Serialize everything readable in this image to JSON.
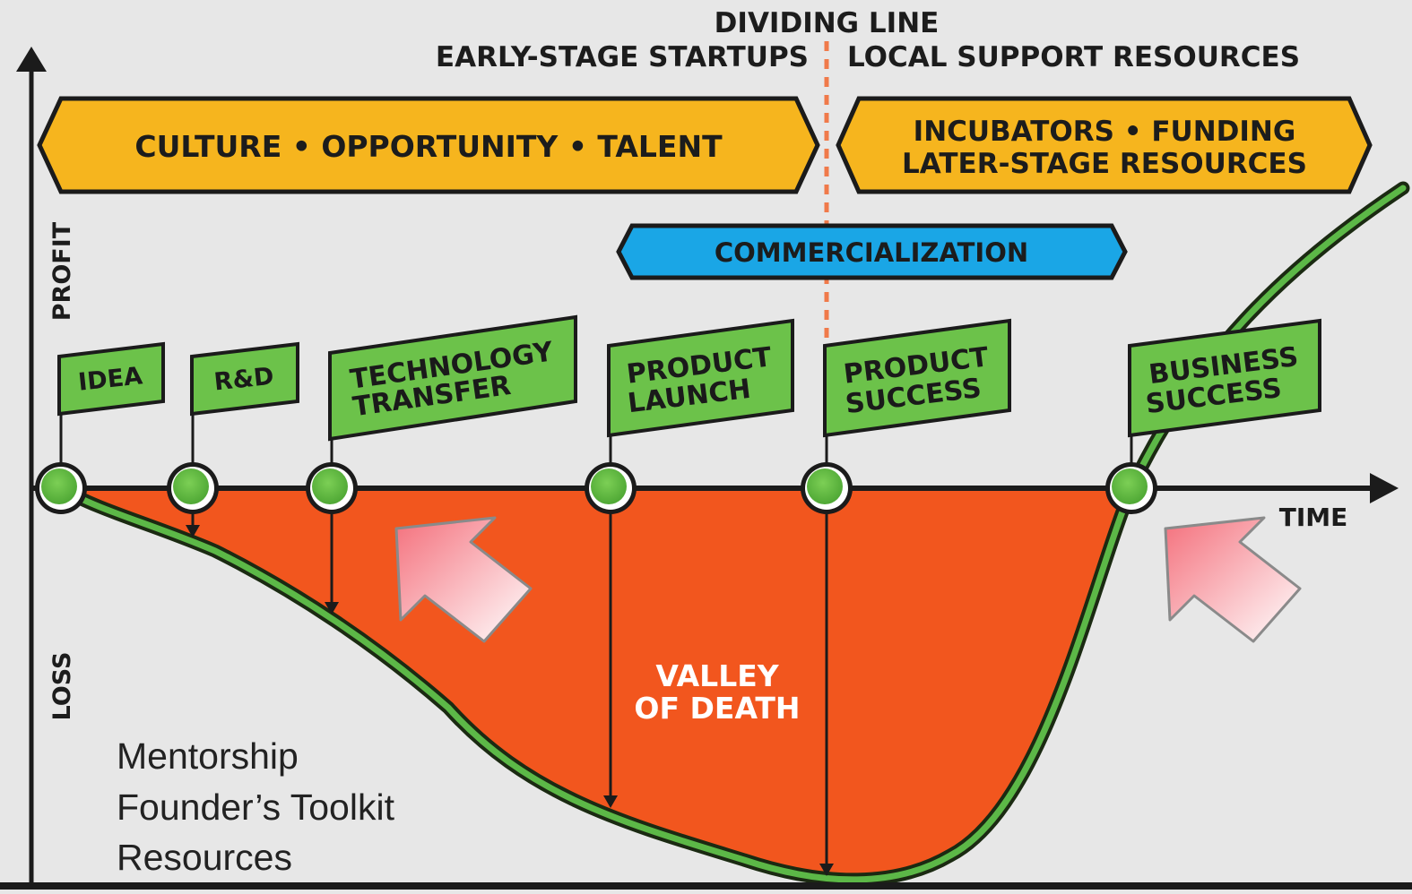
{
  "header": {
    "dividing_line": "DIVIDING LINE",
    "left_label": "EARLY-STAGE STARTUPS",
    "right_label": "LOCAL SUPPORT RESOURCES"
  },
  "banners": {
    "left": "CULTURE • OPPORTUNITY • TALENT",
    "right_line1": "INCUBATORS • FUNDING",
    "right_line2": "LATER-STAGE RESOURCES",
    "middle": "COMMERCIALIZATION"
  },
  "axes": {
    "y_top": "PROFIT",
    "y_bottom": "LOSS",
    "x": "TIME"
  },
  "stages": [
    {
      "id": "idea",
      "line1": "IDEA",
      "line2": ""
    },
    {
      "id": "rd",
      "line1": "R&D",
      "line2": ""
    },
    {
      "id": "technology-transfer",
      "line1": "TECHNOLOGY",
      "line2": "TRANSFER"
    },
    {
      "id": "product-launch",
      "line1": "PRODUCT",
      "line2": "LAUNCH"
    },
    {
      "id": "product-success",
      "line1": "PRODUCT",
      "line2": "SUCCESS"
    },
    {
      "id": "business-success",
      "line1": "BUSINESS",
      "line2": "SUCCESS"
    }
  ],
  "valley": {
    "line1": "VALLEY",
    "line2": "OF DEATH"
  },
  "notes": [
    "Mentorship",
    "Founder’s Toolkit",
    "Resources"
  ],
  "colors": {
    "background": "#e7e7e7",
    "banner_yellow": "#f6b51e",
    "banner_blue": "#1aa6e6",
    "flag_green": "#6cc24a",
    "valley_orange": "#f2561e",
    "curve_green": "#5cb847",
    "divider": "#f07a4a",
    "arrow_pink": "#f58a92"
  }
}
